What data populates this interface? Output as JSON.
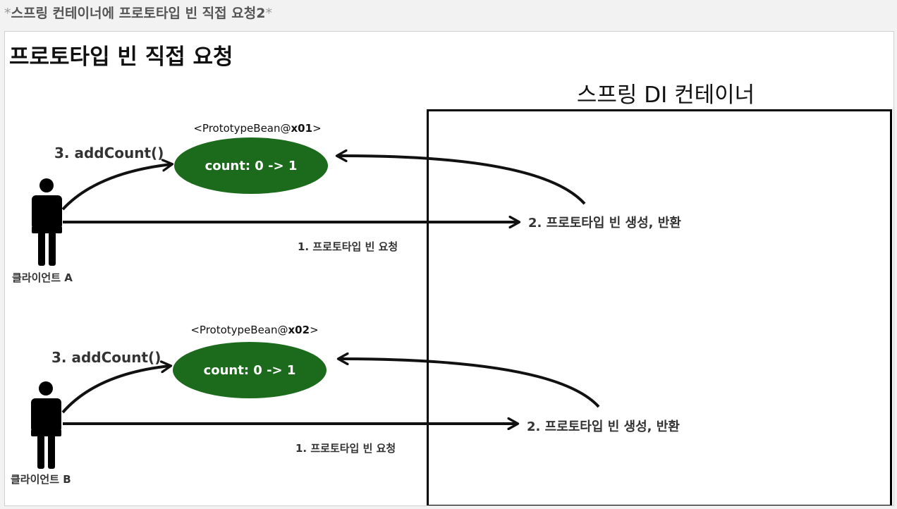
{
  "page_heading": "스프링 컨테이너에 프로토타입 빈 직접 요청2",
  "page_heading_star": "*",
  "slide_title": "프로토타입 빈 직접 요청",
  "container": {
    "label": "스프링 DI 컨테이너"
  },
  "flows": [
    {
      "bean_prefix": "<PrototypeBean@",
      "bean_id": "x01",
      "bean_suffix": ">",
      "bean_state": "count: 0 -> 1",
      "add_count": "3. addCount()",
      "request": "1. 프로토타입 빈 요청",
      "response": "2. 프로토타입 빈 생성, 반환",
      "client": "클라이언트 A"
    },
    {
      "bean_prefix": "<PrototypeBean@",
      "bean_id": "x02",
      "bean_suffix": ">",
      "bean_state": "count: 0 -> 1",
      "add_count": "3. addCount()",
      "request": "1. 프로토타입 빈 요청",
      "response": "2. 프로토타입 빈 생성, 반환",
      "client": "클라이언트 B"
    }
  ],
  "colors": {
    "bean_fill": "#1c6b1c",
    "arrow": "#111111"
  }
}
